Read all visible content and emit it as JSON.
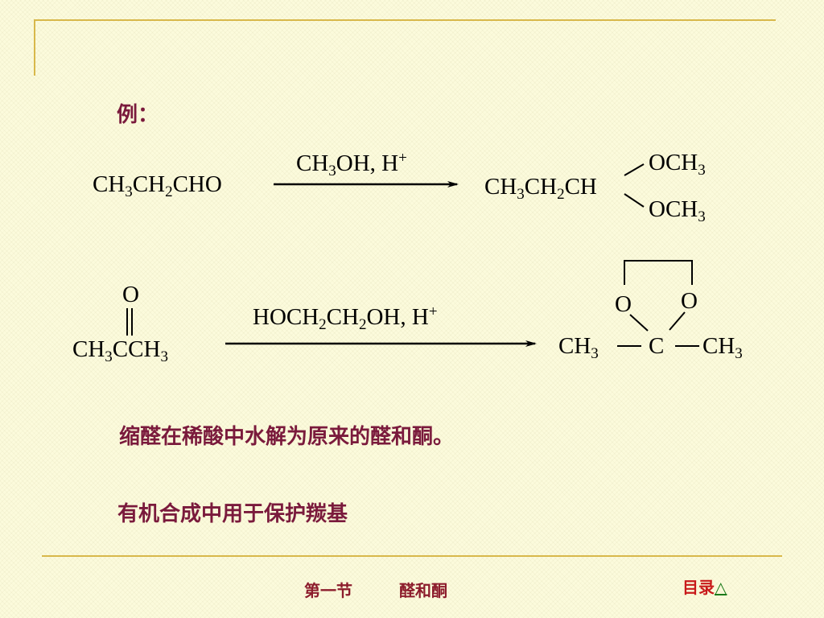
{
  "example_label": "例：",
  "reaction1": {
    "reactant": [
      "CH",
      "3",
      "CH",
      "2",
      "CHO"
    ],
    "reagent": [
      "CH",
      "3",
      "OH, H",
      "+"
    ],
    "product_chain": [
      "CH",
      "3",
      "CH",
      "2",
      "CH"
    ],
    "product_top": [
      "OCH",
      "3"
    ],
    "product_bottom": [
      "OCH",
      "3"
    ]
  },
  "reaction2": {
    "carbonyl_o": "O",
    "reactant": [
      "CH",
      "3",
      "CCH",
      "3"
    ],
    "reagent": [
      "HOCH",
      "2",
      "CH",
      "2",
      "OH,  H",
      "+"
    ],
    "ring_o_left": "O",
    "ring_o_right": "O",
    "product_left": [
      "CH",
      "3"
    ],
    "product_center": "C",
    "product_right": [
      "CH",
      "3"
    ]
  },
  "note1": "缩醛在稀酸中水解为原来的醛和酮。",
  "note2": "有机合成中用于保护羰基",
  "footer": {
    "section": "第一节",
    "topic": "醛和酮",
    "toc_label": "目录",
    "toc_icon": "△"
  },
  "colors": {
    "background": "#fcfbdc",
    "frame": "#d8b84a",
    "heading": "#7a1a3c",
    "footer_text": "#8c1c2c",
    "toc": "#c81a1a",
    "toc_icon": "#1a7a1a"
  }
}
